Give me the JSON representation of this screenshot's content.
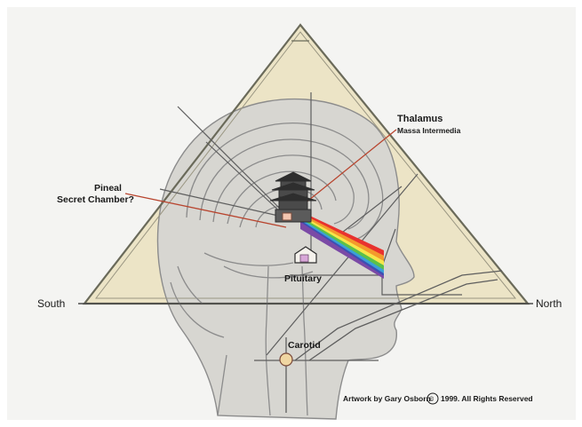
{
  "labels": {
    "thalamus": "Thalamus",
    "massa_intermedia": "Massa Intermedia",
    "pineal": "Pineal",
    "secret_chamber": "Secret Chamber?",
    "pituitary": "Pituitary",
    "south": "South",
    "north": "North",
    "carotid": "Carotid",
    "credit_by": "Artwork by Gary Osborn",
    "copyright_symbol": "©",
    "credit_year": "1999. All Rights Reserved"
  },
  "colors": {
    "pyramid_fill": "#ece4c6",
    "pyramid_stroke": "#6a6a5a",
    "line_red": "#b8452f",
    "anatomy_gray": "#8c8c8c",
    "background": "#f4f4f2",
    "spectrum": [
      "#e8322e",
      "#f39a2c",
      "#f6e64a",
      "#5cc04a",
      "#3aa0d8",
      "#3d4fb4",
      "#7b4aa6"
    ]
  }
}
